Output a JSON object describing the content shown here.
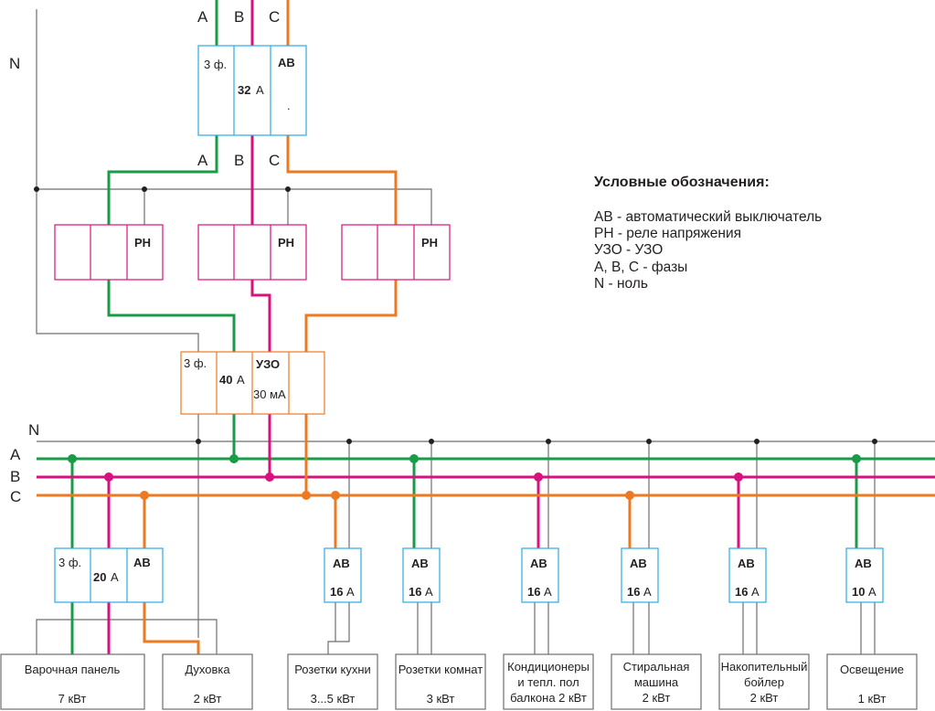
{
  "colors": {
    "phase_a": "#1a9b48",
    "phase_b": "#d8117d",
    "phase_c": "#ec7a23",
    "neutral": "#6d6e71",
    "breaker_box": "#29abe2",
    "relay_box": "#d8117d",
    "rcd_box": "#ec7a23",
    "load_box": "#6d6e71",
    "text": "#231f20"
  },
  "labels": {
    "input_a": "A",
    "input_b": "B",
    "input_c": "C",
    "neutral_top": "N",
    "mid_a": "A",
    "mid_b": "B",
    "mid_c": "C",
    "bus_n": "N",
    "bus_a": "A",
    "bus_b": "B",
    "bus_c": "C"
  },
  "main_breaker": {
    "phases": "3 ф.",
    "rating_num": "32",
    "rating_unit": "А",
    "type": "АВ",
    "dot": "."
  },
  "relays": [
    {
      "label": "РН"
    },
    {
      "label": "РН"
    },
    {
      "label": "РН"
    }
  ],
  "rcd": {
    "phases": "3 ф.",
    "rating_num": "40",
    "rating_unit": "А",
    "type": "УЗО",
    "leak": "30 мА"
  },
  "stove_breaker": {
    "phases": "3 ф.",
    "rating_num": "20",
    "rating_unit": "А",
    "type": "АВ"
  },
  "breakers": [
    {
      "type": "АВ",
      "rating_num": "16",
      "rating_unit": "А"
    },
    {
      "type": "АВ",
      "rating_num": "16",
      "rating_unit": "А"
    },
    {
      "type": "АВ",
      "rating_num": "16",
      "rating_unit": "А"
    },
    {
      "type": "АВ",
      "rating_num": "16",
      "rating_unit": "А"
    },
    {
      "type": "АВ",
      "rating_num": "16",
      "rating_unit": "А"
    },
    {
      "type": "АВ",
      "rating_num": "10",
      "rating_unit": "А"
    }
  ],
  "loads": [
    {
      "line1": "Варочная панель",
      "line2": "",
      "line3": "7 кВт"
    },
    {
      "line1": "Духовка",
      "line2": "",
      "line3": "2 кВт"
    },
    {
      "line1": "Розетки кухни",
      "line2": "",
      "line3": "3...5 кВт"
    },
    {
      "line1": "Розетки комнат",
      "line2": "",
      "line3": "3 кВт"
    },
    {
      "line1": "Кондиционеры",
      "line2": "и тепл. пол",
      "line3": "балкона 2 кВт"
    },
    {
      "line1": "Стиральная",
      "line2": "машина",
      "line3": "2 кВт"
    },
    {
      "line1": "Накопительный",
      "line2": "бойлер",
      "line3": "2 кВт"
    },
    {
      "line1": "Освещение",
      "line2": "",
      "line3": "1 кВт"
    }
  ],
  "legend": {
    "title": "Условные обозначения:",
    "items": [
      "АВ - автоматический выключатель",
      "РН - реле напряжения",
      "УЗО - УЗО",
      "А, В, С - фазы",
      "N - ноль"
    ]
  }
}
